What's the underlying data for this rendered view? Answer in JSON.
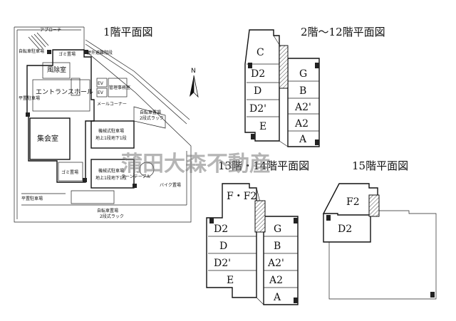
{
  "titles": {
    "floor1": "1階平面図",
    "floor2_12": "2階〜12階平面図",
    "floor13_14": "13階・14階平面図",
    "floor15": "15階平面図"
  },
  "watermark": "蒲田大森不動産",
  "compass": "N",
  "floor1_labels": {
    "approach": "アプローチ",
    "trash": "ゴミ置場",
    "bike_parking_top": "自転車駐車場",
    "outdoor_stairs": "屋外避難階段",
    "windbreak": "風除室",
    "entrance_hall": "エントランスホール",
    "flat_parking_left": "平置駐車場",
    "assembly_room": "集会室",
    "mech_parking_1": "機械式駐車場",
    "mech_parking_1_sub": "地上1段地下1段",
    "mech_parking_2": "機械式駐車場",
    "mech_parking_2_sub": "地上1段地下1段",
    "trash_room": "ゴミ置場",
    "flat_parking_bottom": "平置駐車場",
    "bike_parking_right": "自転車置場",
    "bike_parking_right_sub": "2段式ラック",
    "turntable": "ターンテーブル",
    "bike_area": "バイク置場",
    "bike_parking_bottom": "自転車置場",
    "bike_parking_bottom_sub": "2段式ラック",
    "ev": "EV",
    "mailbox": "メールコーナー",
    "manager": "管理事務室"
  },
  "units_2_12_left": [
    "C",
    "D2",
    "D",
    "D2'",
    "E"
  ],
  "units_2_12_right": [
    "G",
    "B",
    "A2'",
    "A2",
    "A"
  ],
  "units_13_14_left": [
    "F・F2",
    "D2",
    "D",
    "D2'",
    "E"
  ],
  "units_13_14_right": [
    "G",
    "B",
    "A2'",
    "A2",
    "A"
  ],
  "units_15": [
    "F2",
    "D2"
  ]
}
